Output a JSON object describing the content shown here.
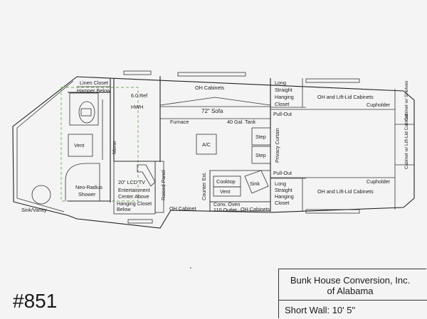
{
  "plan_number": "#851",
  "title_block": {
    "company_line1": "Bunk House Conversion, Inc.",
    "company_line2": "of Alabama",
    "short_wall": "Short Wall: 10' 5\""
  },
  "labels": {
    "linen_closet": "Linen Closet",
    "hamper_below": "Hamper Below",
    "ref": "6.0 Ref",
    "hwh": "HWH",
    "oh_cabinets_top": "OH Cabinets",
    "sofa": "72\" Sofa",
    "furnace": "Furnace",
    "gal_tank": "40 Gal. Tank",
    "long_closet_top_1": "Long",
    "long_closet_top_2": "Straight",
    "long_closet_top_3": "Hanging",
    "long_closet_top_4": "Closet",
    "oh_lift_top": "OH and Lift-Lid Cabinets",
    "cupholder_top": "Cupholder",
    "pull_out_top": "Pull-Out",
    "cabinet_shelves": "Cabinet w/ Shelves",
    "cabinet_lift_lid": "Cabinet w/ Lift-Lid Cabinet",
    "vent_bath": "Vent",
    "mirror": "Mirror",
    "ac": "A/C",
    "step_top": "Step",
    "step_bottom": "Step",
    "privacy_curtain": "Privacy Curtain",
    "neo_radius_1": "Neo-Radius",
    "neo_radius_2": "Shower",
    "sink_vanity": "Sink/Vanity",
    "lcd_tv": "20\" LCD TV",
    "entertainment_1": "Entertainment",
    "entertainment_2": "Center Above",
    "hanging_closet_1": "Hanging Closet",
    "hanging_closet_2": "Below",
    "raised_panel": "Raised Panel",
    "counter_ext": "Counter Ext.",
    "cooktop": "Cooktop",
    "vent_kitchen": "Vent",
    "sink": "Sink",
    "pull_out_bottom": "Pull-Out",
    "long_closet_bot_1": "Long",
    "long_closet_bot_2": "Straight",
    "long_closet_bot_3": "Hanging",
    "long_closet_bot_4": "Closet",
    "oh_lift_bottom": "OH and Lift-Lid Cabinets",
    "cupholder_bottom": "Cupholder",
    "oh_cabinet_left": "OH Cabinet",
    "conv_oven_1": "Conv. Oven",
    "conv_oven_2": "110 Outlet",
    "oh_cabinets_bottom": "OH Cabinets"
  }
}
